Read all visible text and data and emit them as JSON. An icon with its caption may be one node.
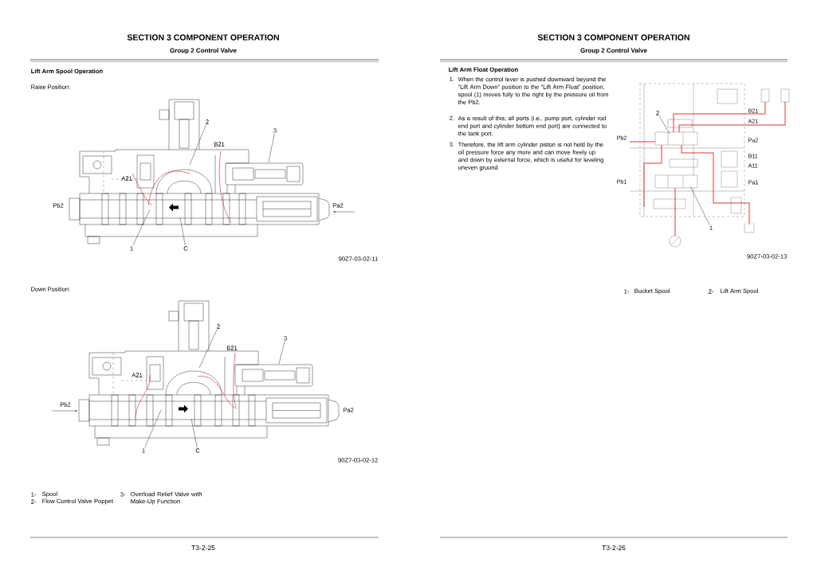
{
  "diagram": {
    "nodes": [
      {
        "text": [
          "2"
        ]
      },
      {
        "text": [
          "3"
        ]
      },
      {
        "text": [
          "1"
        ]
      },
      {
        "text": [
          "C"
        ]
      },
      {
        "text": [
          "2"
        ]
      },
      {
        "text": [
          "3"
        ]
      },
      {
        "text": [
          "1"
        ]
      },
      {
        "text": [
          "C"
        ]
      },
      {
        "text": [
          "2"
        ]
      },
      {
        "text": [
          "1"
        ]
      }
    ],
    "edges": [
      {
        "from": 0,
        "to": null,
        "arrow": "none"
      },
      {
        "from": 1,
        "to": null,
        "arrow": "none"
      },
      {
        "from": 2,
        "to": null,
        "arrow": "none"
      },
      {
        "from": 3,
        "to": null,
        "arrow": "none"
      },
      {
        "from": 4,
        "to": null,
        "arrow": "none"
      },
      {
        "from": 5,
        "to": null,
        "arrow": "none"
      },
      {
        "from": 6,
        "to": null,
        "arrow": "none"
      },
      {
        "from": 7,
        "to": null,
        "arrow": "none"
      },
      {
        "from": 8,
        "to": null,
        "arrow": "none"
      },
      {
        "from": 9,
        "to": null,
        "arrow": "none"
      }
    ],
    "labels": [
      "SECTION 3 COMPONENT OPERATION",
      "Group 2 Control Valve",
      "Lift Arm Spool Operation",
      "Raise Position:",
      "A21",
      "B21",
      "Pb2",
      "Pa2",
      "90Z7-03-02-11",
      "Down Position:",
      "A21",
      "B21",
      "Pb2",
      "Pa2",
      "90Z7-03-02-12",
      "1-",
      "Spool",
      "2-",
      "Flow Control Valve Poppet",
      "3-",
      "Overload Relief Valve with Make-Up Function",
      "T3-2-25",
      "SECTION 3 COMPONENT OPERATION",
      "Group 2 Control Valve",
      "Lift Arm Float Operation",
      "1.",
      "When the control lever is pushed downward beyond the “Lift Arm Down” position to the “Lift Arm Float” position, spool (1) moves fully to the right by the pressure oil from the Pb2.",
      "2.",
      "As a result of this, all ports (i.e., pump port, cylinder rod end port and cylinder bottom end port) are connected to the tank port.",
      "3.",
      "Therefore, the lift arm cylinder piston is not held by the oil pressure force any more and can move freely up and down by external force, which is useful for leveling uneven ground.",
      "B21",
      "A21",
      "Pb2",
      "Pa2",
      "B11",
      "A11",
      "Pb1",
      "Pa1",
      "90Z7-03-02-13",
      "1-",
      "Bucket Spool",
      "2-",
      "Lift Arm Spool",
      "T3-2-26"
    ]
  }
}
